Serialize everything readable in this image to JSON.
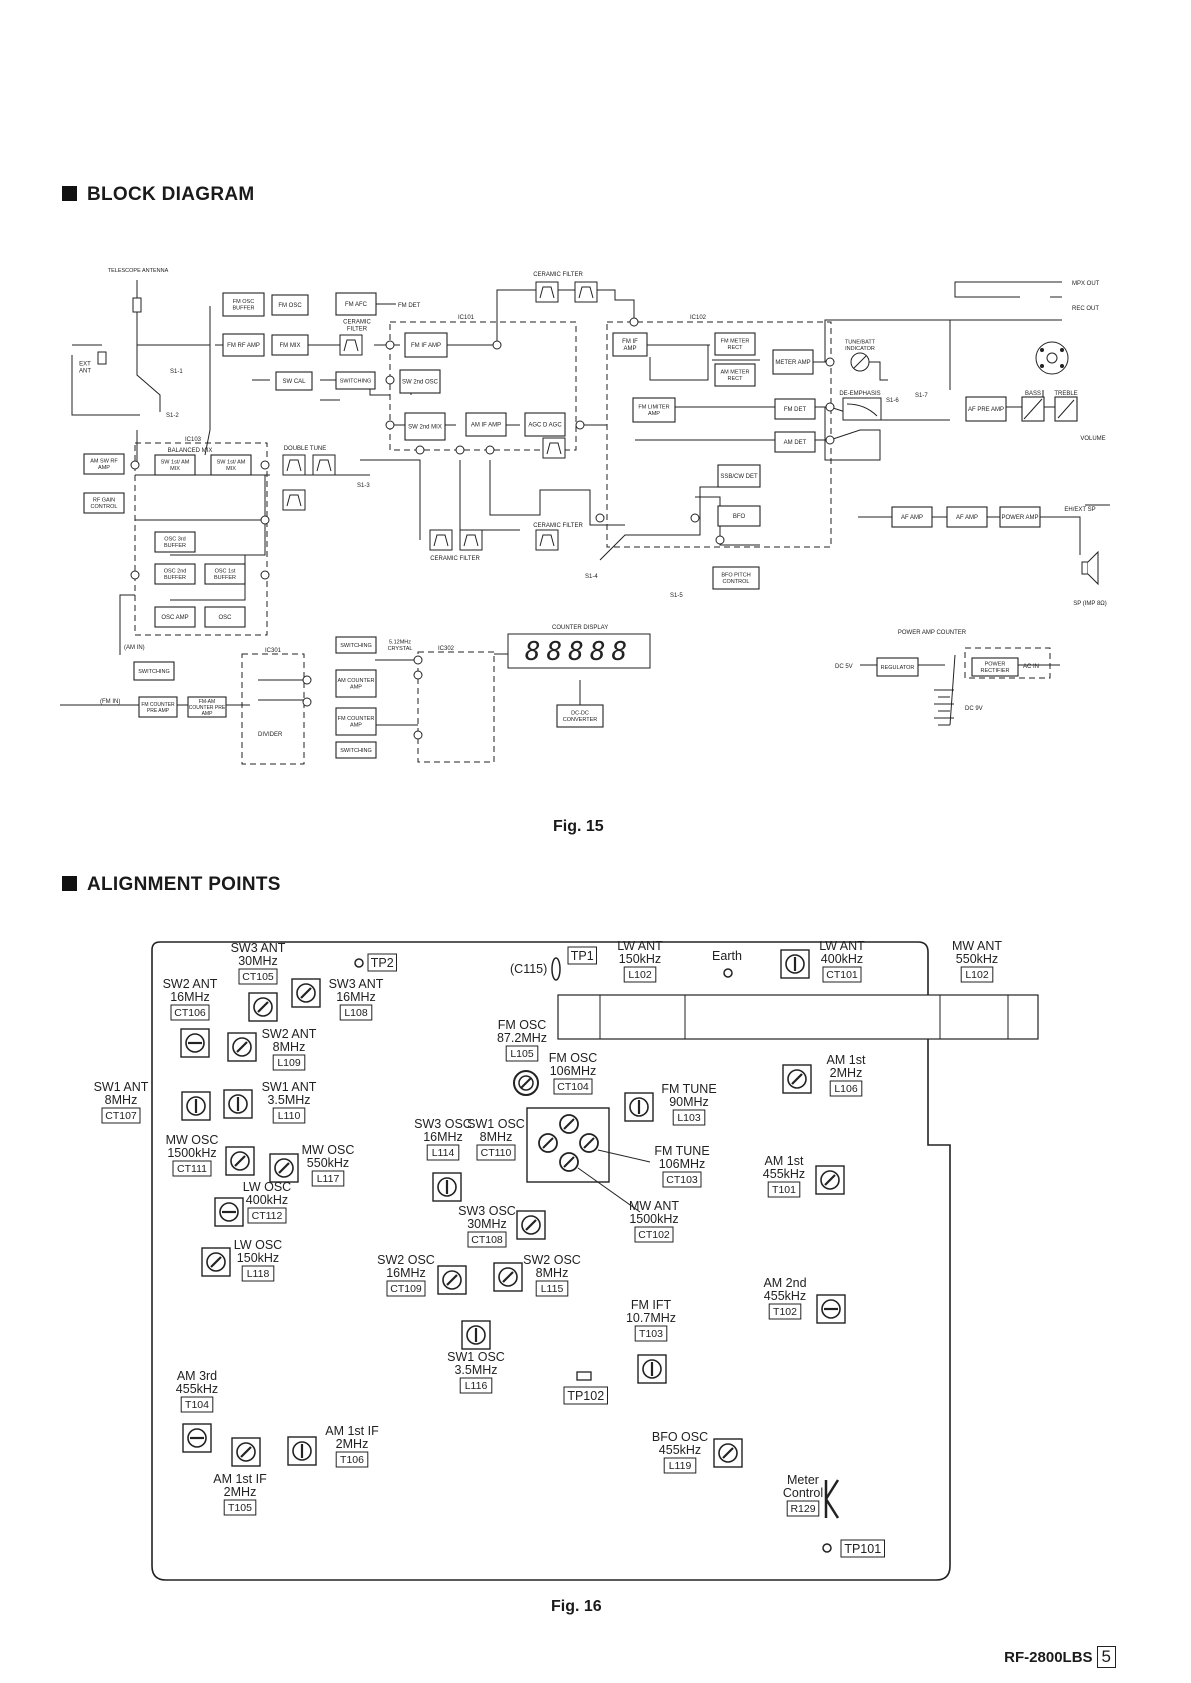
{
  "sections": {
    "block_diagram": "BLOCK DIAGRAM",
    "alignment_points": "ALIGNMENT POINTS"
  },
  "figures": {
    "fig15": "Fig. 15",
    "fig16": "Fig. 16"
  },
  "footer": {
    "model": "RF-2800LBS",
    "page": "5"
  },
  "block_diagram": {
    "blocks": {
      "fm_osc_buffer": "FM OSC BUFFER",
      "fm_osc": "FM OSC",
      "fm_afc": "FM AFC",
      "fm_rf_amp": "FM RF AMP",
      "fm_mix": "FM MIX",
      "fm_if_amp_1": "FM IF AMP",
      "sw_cal": "SW CAL",
      "switching_1": "SWITCHING",
      "sw_2nd_osc": "SW 2nd OSC",
      "sw_2nd_mix": "SW 2nd MIX",
      "am_if_amp": "AM IF AMP",
      "agc": "AGC D AGC",
      "fm_if_amp_2": "FM IF AMP",
      "fm_meter_rect": "FM METER RECT",
      "am_meter_rect": "AM METER RECT",
      "meter_amp": "METER AMP",
      "fm_limiter_amp": "FM LIMITER AMP",
      "fm_det": "FM DET",
      "am_det": "AM DET",
      "ssb_cw_det": "SSB/CW DET",
      "bfo": "BFO",
      "bfo_pitch_control": "BFO PITCH CONTROL",
      "af_pre_amp": "AF PRE AMP",
      "bass": "BASS",
      "treble": "TREBLE",
      "af_amp_1": "AF AMP",
      "af_amp_2": "AF AMP",
      "power_amp": "POWER AMP",
      "am_sw_rf_amp": "AM SW RF AMP",
      "rf_gain_control": "RF GAIN CONTROL",
      "sw1st_am_mix": "SW 1st/ AM MIX",
      "sw1st_am_mix_2": "SW 1st/ AM MIX",
      "osc_3rd_buffer": "OSC 3rd BUFFER",
      "osc_2nd_buffer": "OSC 2nd BUFFER",
      "osc_1st_buffer": "OSC 1st BUFFER",
      "osc_amp": "OSC AMP",
      "osc": "OSC",
      "switching_2": "SWITCHING",
      "fm_counter_pre_amp": "FM COUNTER PRE AMP",
      "fm_am_counter_pre_amp": "FM-AM COUNTER PRE AMP",
      "divider": "DIVIDER",
      "switching_3": "SWITCHING",
      "am_counter_amp": "AM COUNTER AMP",
      "fm_counter_amp": "FM COUNTER AMP",
      "switching_4": "SWITCHING",
      "dc_dc_converter": "DC-DC CONVERTER",
      "regulator": "REGULATOR",
      "power_rectifier": "POWER RECTIFIER"
    },
    "labels": {
      "telescope_antenna": "TELESCOPE ANTENNA",
      "ext_ant": "EXT ANT",
      "s1_1": "S1-1",
      "s1_2": "S1-2",
      "fm_det_out": "FM DET",
      "ceramic_filter_top": "CERAMIC FILTER",
      "ceramic_filter_small": "CERAMIC FILTER",
      "ceramic_filter_mid": "CERAMIC FILTER",
      "ceramic_filter_low": "CERAMIC FILTER",
      "ic101": "IC101",
      "ic102": "IC102",
      "ic103": "IC103",
      "ic301": "IC301",
      "ic302": "IC302",
      "balanced_mix": "BALANCED MIX",
      "double_tune": "DOUBLE TUNE",
      "s1_3": "S1-3",
      "s1_4": "S1-4",
      "s1_5": "S1-5",
      "s1_6": "S1-6",
      "s1_7": "S1-7",
      "am_in": "(AM IN)",
      "fm_in": "(FM IN)",
      "mpx_out": "MPX OUT",
      "rec_out": "REC OUT",
      "tune_batt": "TUNE/BATT INDICATOR",
      "de_emphasis": "DE-EMPHASIS",
      "volume": "VOLUME",
      "eh_ext_sp": "EH/EXT SP",
      "sp": "SP (IMP 8Ω)",
      "crystal": "5.12MHz CRYSTAL",
      "counter_display": "COUNTER DISPLAY",
      "display_digits": "88888",
      "power_amp_counter": "POWER AMP COUNTER",
      "dc5v": "DC 5V",
      "dc9v": "DC 9V",
      "ac_in": "AC IN"
    }
  },
  "alignment": {
    "items": [
      {
        "l1": "SW3 ANT",
        "l2": "30MHz",
        "code": "CT105"
      },
      {
        "l1": "SW2 ANT",
        "l2": "16MHz",
        "code": "CT106"
      },
      {
        "l1": "SW3 ANT",
        "l2": "16MHz",
        "code": "L108"
      },
      {
        "l1": "SW2 ANT",
        "l2": "8MHz",
        "code": "L109"
      },
      {
        "l1": "SW1 ANT",
        "l2": "8MHz",
        "code": "CT107"
      },
      {
        "l1": "SW1 ANT",
        "l2": "3.5MHz",
        "code": "L110"
      },
      {
        "l1": "MW OSC",
        "l2": "1500kHz",
        "code": "CT111"
      },
      {
        "l1": "MW OSC",
        "l2": "550kHz",
        "code": "L117"
      },
      {
        "l1": "LW OSC",
        "l2": "400kHz",
        "code": "CT112"
      },
      {
        "l1": "LW OSC",
        "l2": "150kHz",
        "code": "L118"
      },
      {
        "l1": "AM 3rd",
        "l2": "455kHz",
        "code": "T104"
      },
      {
        "l1": "AM 1st IF",
        "l2": "2MHz",
        "code": "T106"
      },
      {
        "l1": "AM 1st IF",
        "l2": "2MHz",
        "code": "T105"
      },
      {
        "l1": "LW ANT",
        "l2": "150kHz",
        "code": "L102"
      },
      {
        "l1": "LW ANT",
        "l2": "400kHz",
        "code": "CT101"
      },
      {
        "l1": "MW ANT",
        "l2": "550kHz",
        "code": "L102"
      },
      {
        "l1": "FM OSC",
        "l2": "87.2MHz",
        "code": "L105"
      },
      {
        "l1": "FM OSC",
        "l2": "106MHz",
        "code": "CT104"
      },
      {
        "l1": "FM TUNE",
        "l2": "90MHz",
        "code": "L103"
      },
      {
        "l1": "FM TUNE",
        "l2": "106MHz",
        "code": "CT103"
      },
      {
        "l1": "MW ANT",
        "l2": "1500kHz",
        "code": "CT102"
      },
      {
        "l1": "SW3 OSC",
        "l2": "16MHz",
        "code": "L114"
      },
      {
        "l1": "SW1 OSC",
        "l2": "8MHz",
        "code": "CT110"
      },
      {
        "l1": "SW3 OSC",
        "l2": "30MHz",
        "code": "CT108"
      },
      {
        "l1": "SW2 OSC",
        "l2": "16MHz",
        "code": "CT109"
      },
      {
        "l1": "SW2 OSC",
        "l2": "8MHz",
        "code": "L115"
      },
      {
        "l1": "SW1 OSC",
        "l2": "3.5MHz",
        "code": "L116"
      },
      {
        "l1": "FM IFT",
        "l2": "10.7MHz",
        "code": "T103"
      },
      {
        "l1": "AM 1st",
        "l2": "2MHz",
        "code": "L106"
      },
      {
        "l1": "AM 1st",
        "l2": "455kHz",
        "code": "T101"
      },
      {
        "l1": "AM 2nd",
        "l2": "455kHz",
        "code": "T102"
      },
      {
        "l1": "BFO OSC",
        "l2": "455kHz",
        "code": "L119"
      },
      {
        "l1": "Meter",
        "l2": "Control",
        "code": "R129"
      }
    ],
    "labels": {
      "tp1": "TP1",
      "tp2": "TP2",
      "tp101": "TP101",
      "tp102": "TP102",
      "c115": "(C115)",
      "earth": "Earth"
    }
  }
}
